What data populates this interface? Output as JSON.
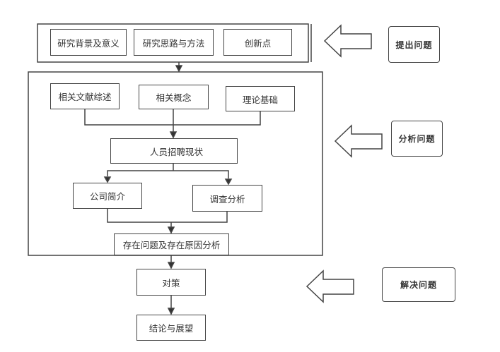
{
  "top_group": [
    "研究背景及意义",
    "研究思路与方法",
    "创新点"
  ],
  "basis": [
    "相关文献综述",
    "相关概念",
    "理论基础"
  ],
  "status": "人员招聘现状",
  "branches": [
    "公司简介",
    "调查分析"
  ],
  "problems": "存在问题及存在原因分析",
  "countermeasures": "对策",
  "conclusion": "结论与展望",
  "stages": [
    "提出问题",
    "分析问题",
    "解决问题"
  ]
}
